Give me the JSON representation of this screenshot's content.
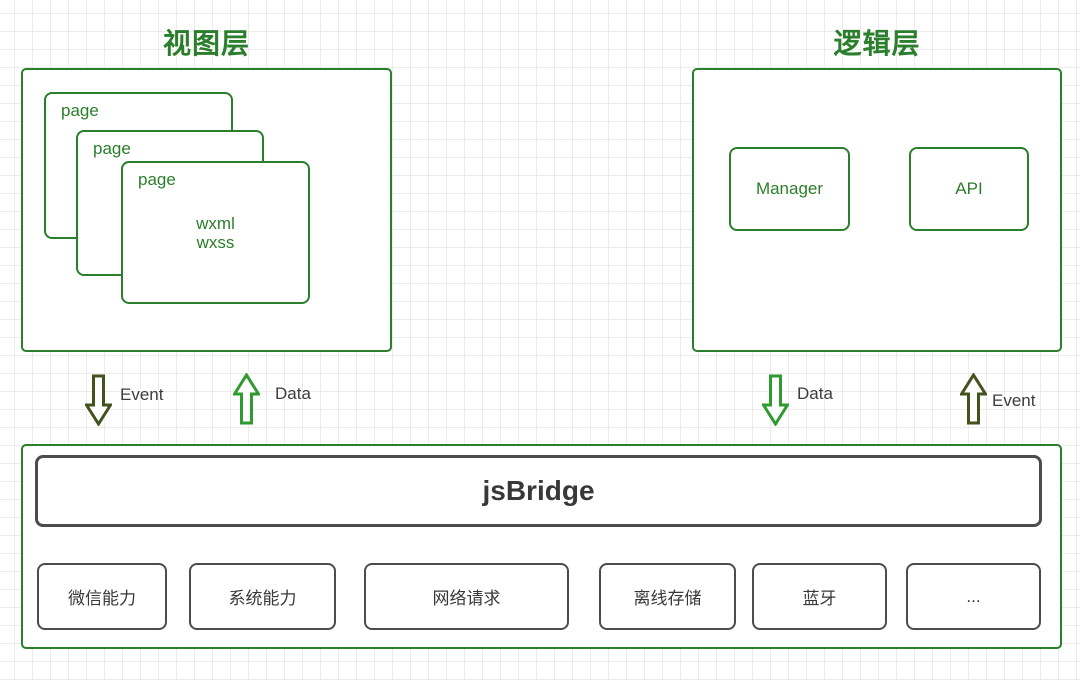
{
  "colors": {
    "green": "#2b7e2b",
    "event_arrow": "#44521e",
    "data_arrow": "#2f9a2f",
    "border_dark": "#4c4c4c",
    "text_dark": "#383838",
    "label_gray": "#3d3d3d",
    "grid_line": "#ececec"
  },
  "view_layer": {
    "title": "视图层",
    "pages": [
      {
        "label": "page"
      },
      {
        "label": "page"
      },
      {
        "label": "page"
      }
    ],
    "page_content": [
      "wxml",
      "wxss"
    ]
  },
  "logic_layer": {
    "title": "逻辑层",
    "manager_label": "Manager",
    "api_label": "API"
  },
  "connections": {
    "view_event_label": "Event",
    "view_data_label": "Data",
    "logic_data_label": "Data",
    "logic_event_label": "Event"
  },
  "bridge_layer": {
    "jsbridge_label": "jsBridge",
    "capabilities": [
      {
        "label": "微信能力"
      },
      {
        "label": "系统能力"
      },
      {
        "label": "网络请求"
      },
      {
        "label": "离线存储"
      },
      {
        "label": "蓝牙"
      },
      {
        "label": "..."
      }
    ]
  }
}
